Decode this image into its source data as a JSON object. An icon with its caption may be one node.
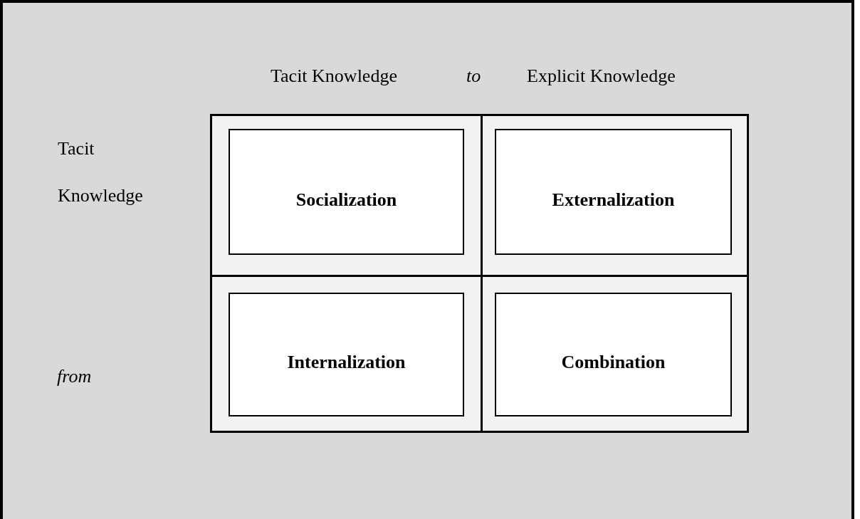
{
  "diagram": {
    "nodes": [
      {
        "text": [
          "Socialization"
        ]
      },
      {
        "text": [
          "Externalization"
        ]
      },
      {
        "text": [
          "Internalization"
        ]
      },
      {
        "text": [
          "Combination"
        ]
      }
    ],
    "labels": [
      "Tacit Knowledge",
      "to",
      "Explicit Knowledge",
      "Tacit Knowledge",
      "from"
    ]
  }
}
